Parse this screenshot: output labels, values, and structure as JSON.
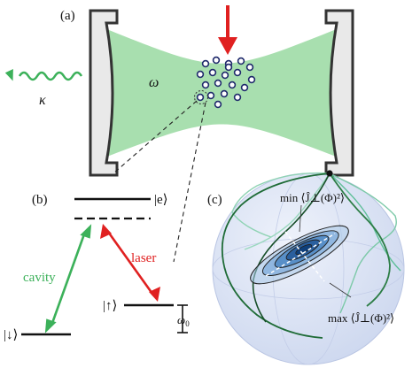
{
  "panels": {
    "a": "(a)",
    "b": "(b)",
    "c": "(c)"
  },
  "cavity_panel": {
    "mode_label": "ω",
    "loss_label": "κ"
  },
  "level_panel": {
    "excited_state": "|e⟩",
    "up_state": "|↑⟩",
    "down_state": "|↓⟩",
    "cavity_label": "cavity",
    "laser_label": "laser",
    "splitting_label": "ω",
    "splitting_sub": "0"
  },
  "sphere_panel": {
    "min_label": "min ⟨Ĵ⊥(Φ)²⟩",
    "max_label": "max ⟨Ĵ⊥(Φ)²⟩"
  },
  "colors": {
    "beam": "#9fdca6",
    "cavity_arrow": "#3cb15a",
    "laser_arrow": "#e02020",
    "mirror": "#333333",
    "atom_fill": "#ffffff",
    "atom_edge": "#1f2a6b",
    "sphere": "#dde4f3",
    "trajectory_dark": "#1e6b36",
    "trajectory_light": "#7cc9a8",
    "contour_blue": "#2f6aa8"
  }
}
